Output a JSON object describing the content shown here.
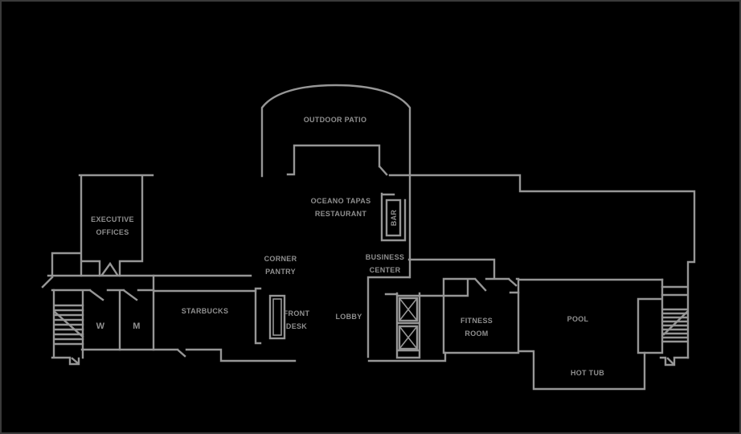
{
  "floor_plan": {
    "type": "hotel-lobby-level-floor-plan",
    "colors": {
      "background": "#000000",
      "walls": "#969696",
      "labels": "#8f8f8f",
      "frame": "#3a3a3a"
    },
    "labels": {
      "outdoor_patio": "OUTDOOR PATIO",
      "restaurant": "OCEANO TAPAS\nRESTAURANT",
      "bar": "BAR",
      "business_center": "BUSINESS\nCENTER",
      "corner_pantry": "CORNER\nPANTRY",
      "executive_offices": "EXECUTIVE\nOFFICES",
      "starbucks": "STARBUCKS",
      "front_desk": "FRONT\nDESK",
      "lobby": "LOBBY",
      "womens_restroom": "W",
      "mens_restroom": "M",
      "fitness_room": "FITNESS\nROOM",
      "pool": "POOL",
      "hot_tub": "HOT TUB"
    },
    "features": [
      "patio-arch",
      "restaurant-walls",
      "bar-counter",
      "business-center-walls",
      "executive-offices-walls",
      "corridor-walls",
      "restroom-walls",
      "left-staircase",
      "right-staircase",
      "elevator-1",
      "elevator-2",
      "front-desk",
      "starbucks-walls",
      "fitness-room-walls",
      "pool-walls",
      "hot-tub-walls",
      "door-swings"
    ]
  }
}
